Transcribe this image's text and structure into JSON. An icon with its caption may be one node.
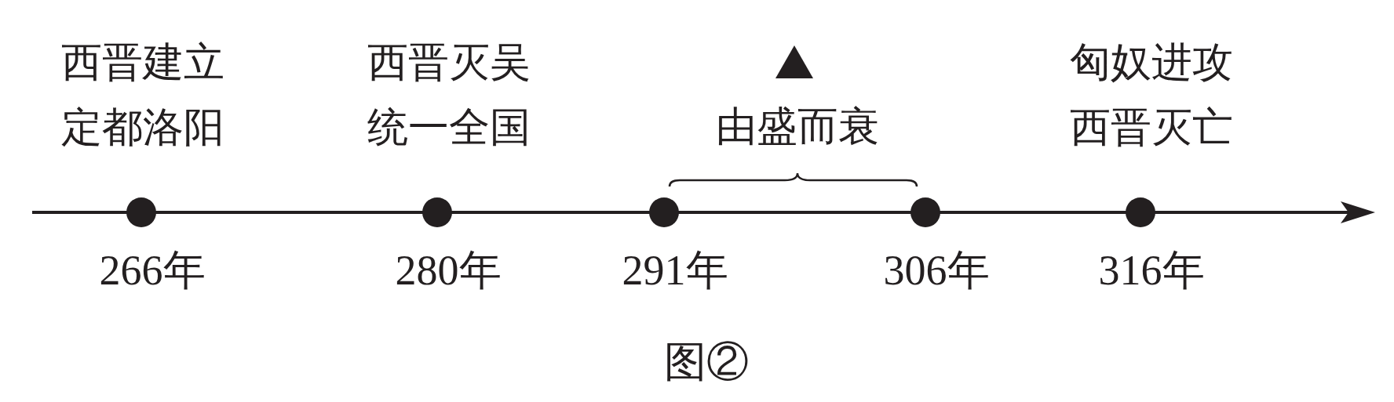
{
  "diagram": {
    "caption": "图②",
    "nodes": [
      {
        "text": [],
        "shape": "circle",
        "beside": [
          "266年",
          "西晋建立定都洛阳"
        ]
      },
      {
        "text": [],
        "shape": "circle",
        "beside": [
          "280年",
          "西晋灭吴统一全国"
        ]
      },
      {
        "text": [],
        "shape": "circle",
        "beside": [
          "291年"
        ]
      },
      {
        "text": [],
        "shape": "circle",
        "beside": [
          "306年"
        ]
      },
      {
        "text": [],
        "shape": "circle",
        "beside": [
          "316年",
          "匈奴进攻西晋灭亡"
        ]
      }
    ],
    "labels": [
      "由盛而衰"
    ]
  }
}
